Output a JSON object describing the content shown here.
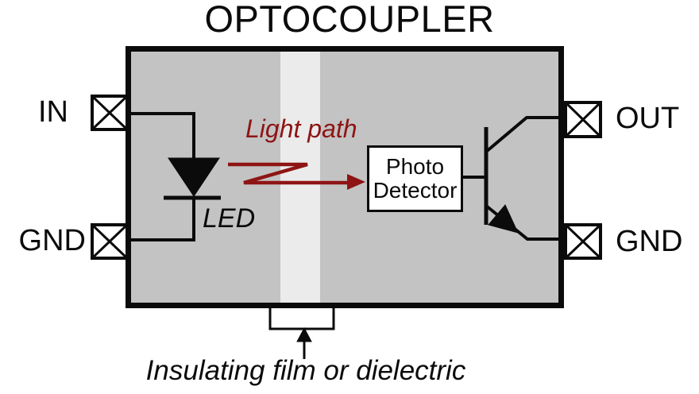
{
  "title": "OPTOCOUPLER",
  "pins": {
    "in": {
      "label": "IN"
    },
    "gnd_left": {
      "label": "GND"
    },
    "out": {
      "label": "OUT"
    },
    "gnd_right": {
      "label": "GND"
    }
  },
  "photo_detector": {
    "line1": "Photo",
    "line2": "Detector"
  },
  "labels": {
    "light_path": "Light path",
    "led": "LED",
    "caption": "Insulating film or dielectric"
  },
  "colors": {
    "package_fill": "#c3c3c3",
    "dielectric_stripe": "#ebebeb",
    "light_path": "#8e1414",
    "line": "#0b0b0b"
  }
}
